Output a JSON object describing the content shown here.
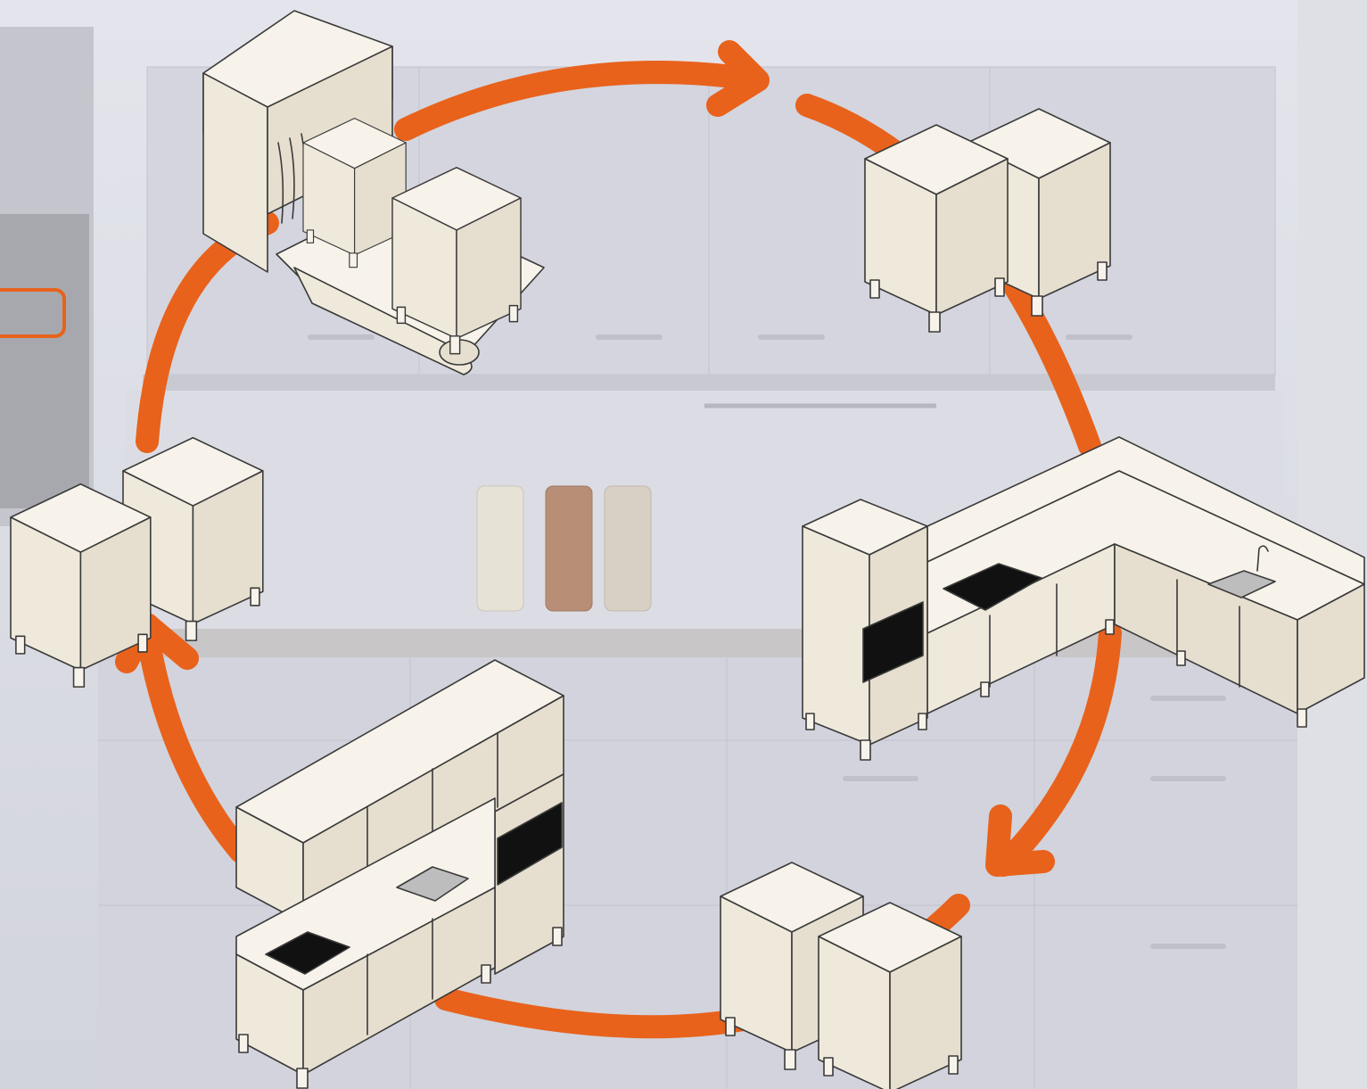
{
  "diagram": {
    "type": "cycle",
    "accent_color": "#e8621c",
    "background_color": "#d9dbe3",
    "nodes": [
      {
        "id": "production",
        "icon": "conveyor-belt-with-cabinet-modules"
      },
      {
        "id": "delivery-modules-top-right",
        "icon": "two-cabinet-modules"
      },
      {
        "id": "corner-kitchen",
        "icon": "l-shaped-kitchen-installed"
      },
      {
        "id": "modules-bottom",
        "icon": "two-cabinet-modules"
      },
      {
        "id": "linear-kitchen",
        "icon": "straight-kitchen-installed"
      },
      {
        "id": "reuse-modules-left",
        "icon": "two-cabinet-modules"
      }
    ],
    "edges": [
      {
        "from": "production",
        "to": "delivery-modules-top-right"
      },
      {
        "from": "delivery-modules-top-right",
        "to": "corner-kitchen"
      },
      {
        "from": "corner-kitchen",
        "to": "modules-bottom"
      },
      {
        "from": "modules-bottom",
        "to": "linear-kitchen"
      },
      {
        "from": "linear-kitchen",
        "to": "reuse-modules-left"
      },
      {
        "from": "reuse-modules-left",
        "to": "production"
      }
    ]
  }
}
